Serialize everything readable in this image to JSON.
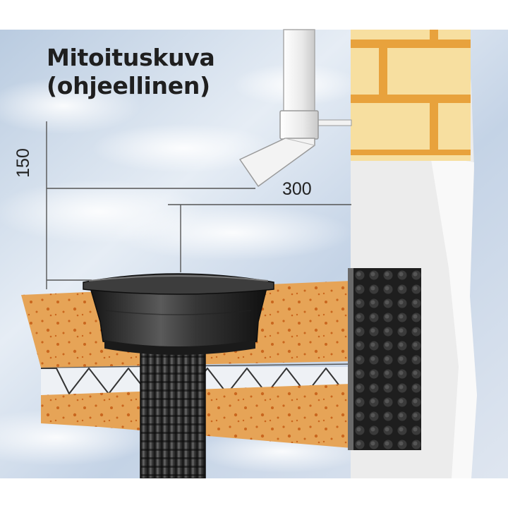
{
  "title": {
    "line1": "Mitoituskuva",
    "line2": "(ohjeellinen)"
  },
  "dimensions": {
    "horizontal": "300",
    "vertical": "150"
  },
  "colors": {
    "sky": "#cdd9e8",
    "brick": "#f7dfa0",
    "mortar": "#e8a23c",
    "soil": "#e6a457",
    "well": "#2a2a2a",
    "downpipe": "#f4f4f4"
  }
}
